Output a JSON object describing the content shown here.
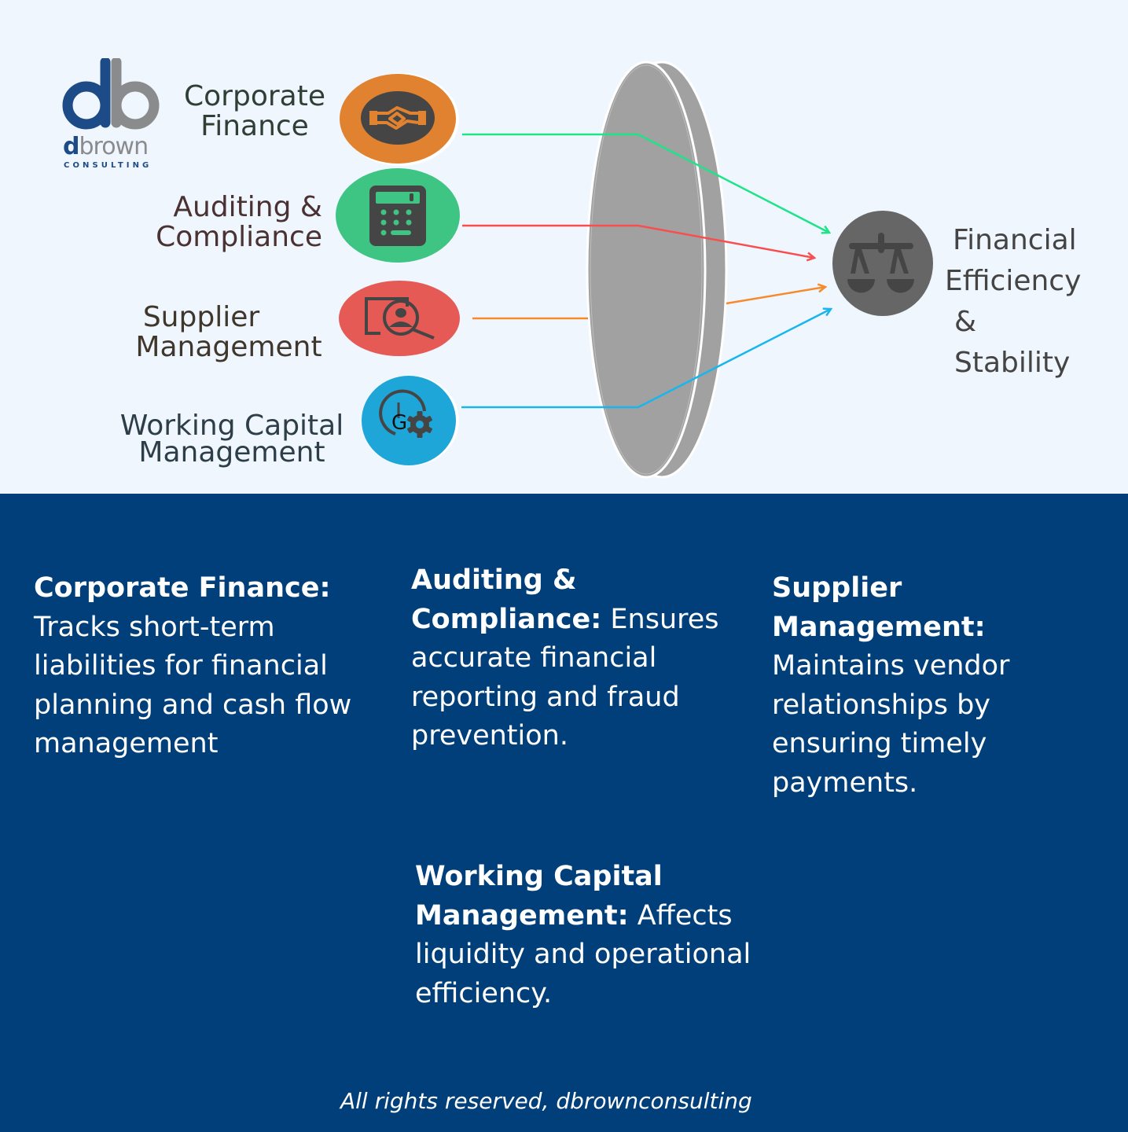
{
  "brand": {
    "monogram": "db",
    "wordmark_first": "d",
    "wordmark_rest": "brown",
    "tagline": "CONSULTING",
    "colors": {
      "primary": "#1d4b87",
      "secondary": "#8a8b8d"
    }
  },
  "inputs": [
    {
      "id": "corporate-finance",
      "label_lines": [
        "Corporate",
        "Finance"
      ],
      "icon": "handshake-icon",
      "circle_color": "#e0822f",
      "line_color": "#1de487"
    },
    {
      "id": "auditing-compliance",
      "label_lines": [
        "Auditing &",
        "Compliance"
      ],
      "icon": "calculator-icon",
      "circle_color": "#3ec483",
      "line_color": "#f84e4e"
    },
    {
      "id": "supplier-management",
      "label_lines": [
        "Supplier",
        "Management"
      ],
      "icon": "supplier-search-icon",
      "circle_color": "#e55a54",
      "line_color": "#f58b2b"
    },
    {
      "id": "working-capital-management",
      "label_lines": [
        "Working Capital",
        "Management"
      ],
      "icon": "capital-gear-icon",
      "circle_color": "#1fa6d8",
      "line_color": "#18b6ec",
      "icon_overlay_text": "G"
    }
  ],
  "lens": {
    "name": "focus-lens",
    "color": "#a1a1a1"
  },
  "outcome": {
    "icon": "balance-scale-icon",
    "circle_color": "#666666",
    "label_lines": [
      "Financial",
      "Efficiency",
      "&",
      "Stability"
    ]
  },
  "descriptions": [
    {
      "title": "Corporate Finance:",
      "text": "Tracks short-term liabilities for financial planning and cash flow management"
    },
    {
      "title": "Auditing & Compliance:",
      "text": "Ensures accurate financial reporting and fraud prevention."
    },
    {
      "title": "Supplier Management:",
      "text": "Maintains vendor relationships by ensuring timely payments."
    },
    {
      "title": "Working Capital Management:",
      "text": "Affects liquidity and operational efficiency."
    }
  ],
  "footer": "All rights reserved, dbrownconsulting",
  "colors": {
    "top_background": "#f0f6fe",
    "bottom_background": "#003f7a"
  }
}
